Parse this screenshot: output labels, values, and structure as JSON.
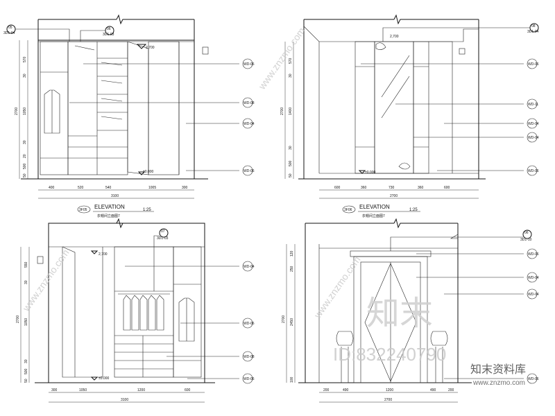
{
  "views": [
    {
      "id": "top-left",
      "title": "ELEVATION",
      "scale": "1:25",
      "tag": "3F05",
      "subtitle": "衣帽间立面图7",
      "dims_bottom": [
        "400",
        "520",
        "540",
        "1005",
        "300"
      ],
      "total_width": "3100",
      "dims_left": [
        "570",
        "30",
        "1050",
        "30",
        "20",
        "500",
        "50"
      ],
      "total_height": "2700",
      "callouts": [
        "WD-06",
        "WD-08",
        "WD-04",
        "WD-06"
      ],
      "level_marks": [
        "2,700",
        "±0.000"
      ]
    },
    {
      "id": "top-right",
      "title": "ELEVATION",
      "scale": "1:25",
      "tag": "3F06",
      "subtitle": "衣帽间立面图7",
      "dims_bottom": [
        "600",
        "360",
        "730",
        "360",
        "600"
      ],
      "total_width": "2700",
      "dims_left": [
        "570",
        "30",
        "1400",
        "30",
        "500",
        "50"
      ],
      "total_height": "2700",
      "callouts": [
        "WD-06",
        "WD-11",
        "WD-04",
        "WD-04",
        "WD-06"
      ],
      "level_marks": [
        "2,700",
        "±0.000"
      ]
    },
    {
      "id": "bottom-left",
      "total_width": "3100",
      "dims_bottom": [
        "300",
        "1050",
        "1200",
        "600"
      ],
      "total_height": "2700",
      "dims_left": [
        "550",
        "30",
        "1050",
        "30",
        "500",
        "50"
      ],
      "callouts": [
        "WD-04",
        "WD-06",
        "WD-08",
        "WD-06"
      ],
      "level_marks": [
        "2,700",
        "±0.000"
      ]
    },
    {
      "id": "bottom-right",
      "total_width": "2700",
      "dims_bottom": [
        "200",
        "490",
        "1200",
        "490",
        "200"
      ],
      "total_height": "2700",
      "dims_left": [
        "120",
        "250",
        "2450",
        "100"
      ],
      "callouts": [
        "WD-06",
        "WD-04",
        "WD-04",
        "WD-06"
      ],
      "level_marks": []
    }
  ],
  "section_tags": [
    {
      "num": "05",
      "ref": "3D1-04"
    },
    {
      "num": "06",
      "ref": "3D1-03"
    },
    {
      "num": "08",
      "ref": "3D1-04"
    },
    {
      "num": "07",
      "ref": "3D1-03"
    },
    {
      "num": "06",
      "ref": "3D1-10"
    }
  ],
  "watermark": {
    "logo_text": "知末",
    "id_text": "ID:832240790",
    "brand_cn": "知末资料库",
    "brand_url": "www.znzmo.com",
    "diag_text": "www.znzmo.com"
  }
}
